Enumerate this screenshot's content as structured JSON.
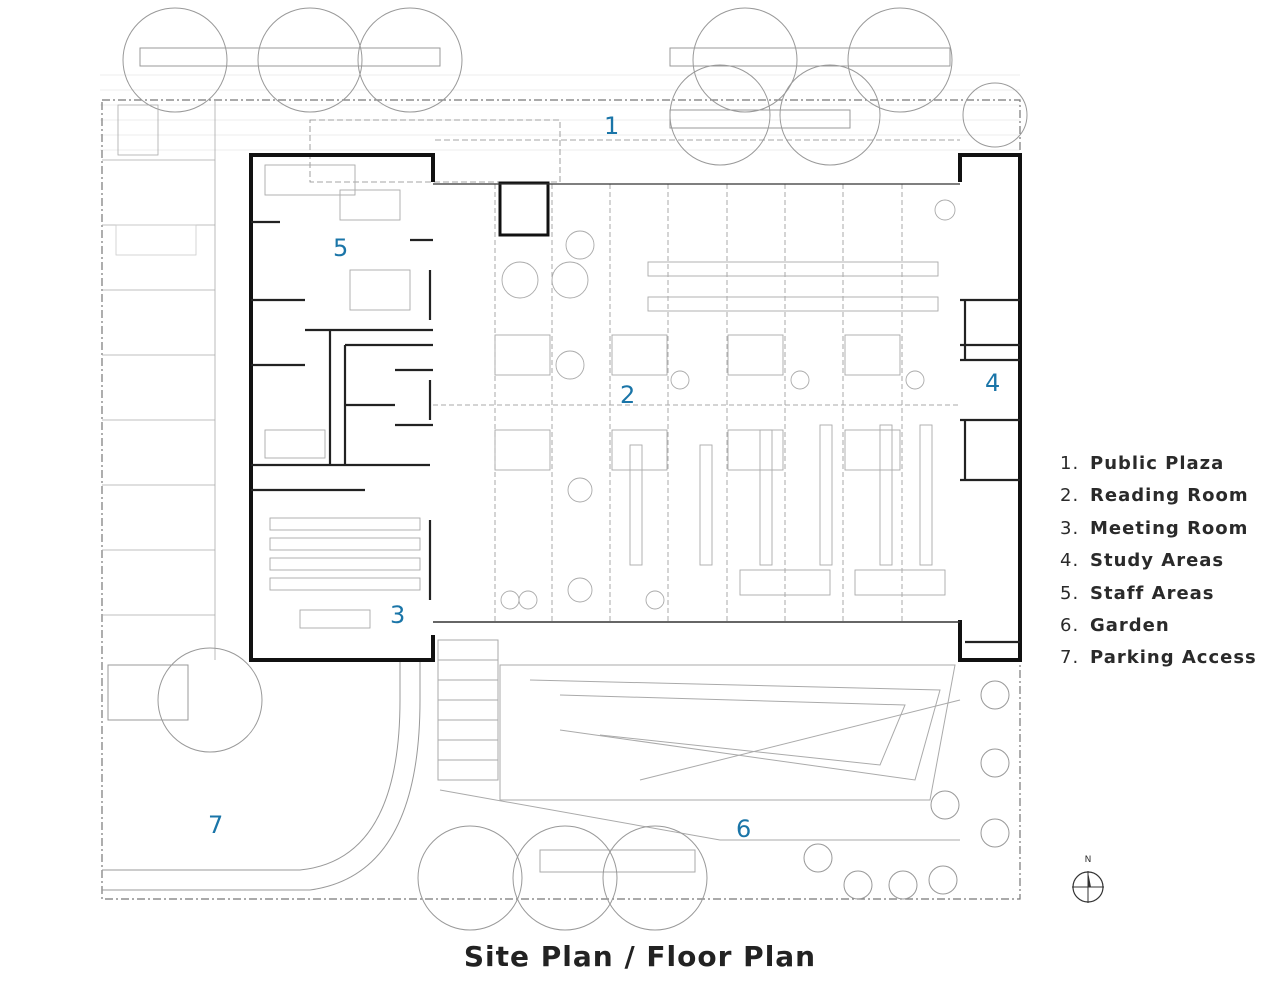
{
  "title": "Site Plan / Floor Plan",
  "zones": [
    {
      "id": "z1",
      "label": "1"
    },
    {
      "id": "z2",
      "label": "2"
    },
    {
      "id": "z3",
      "label": "3"
    },
    {
      "id": "z4",
      "label": "4"
    },
    {
      "id": "z5",
      "label": "5"
    },
    {
      "id": "z6",
      "label": "6"
    },
    {
      "id": "z7",
      "label": "7"
    }
  ],
  "legend": [
    {
      "num": "1.",
      "text": "Public Plaza"
    },
    {
      "num": "2.",
      "text": "Reading Room"
    },
    {
      "num": "3.",
      "text": "Meeting Room"
    },
    {
      "num": "4.",
      "text": "Study Areas"
    },
    {
      "num": "5.",
      "text": "Staff Areas"
    },
    {
      "num": "6.",
      "text": "Garden"
    },
    {
      "num": "7.",
      "text": "Parking Access"
    }
  ],
  "north_label": "N",
  "colors": {
    "label": "#1a75a8",
    "wall": "#111111",
    "line": "#9a9a9a"
  }
}
